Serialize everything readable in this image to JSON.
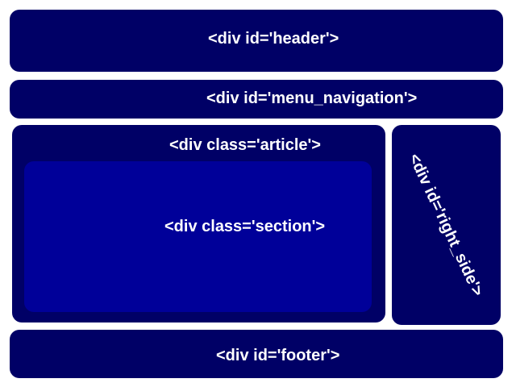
{
  "colors": {
    "outer_box": "#000066",
    "inner_box": "#000099",
    "text": "#ffffff",
    "background": "#ffffff"
  },
  "boxes": {
    "header": "<div id='header'>",
    "menu_navigation": "<div id='menu_navigation'>",
    "article": "<div class='article'>",
    "section": "<div class='section'>",
    "right_side": "<div id='right_side'>",
    "footer": "<div id='footer'>"
  }
}
